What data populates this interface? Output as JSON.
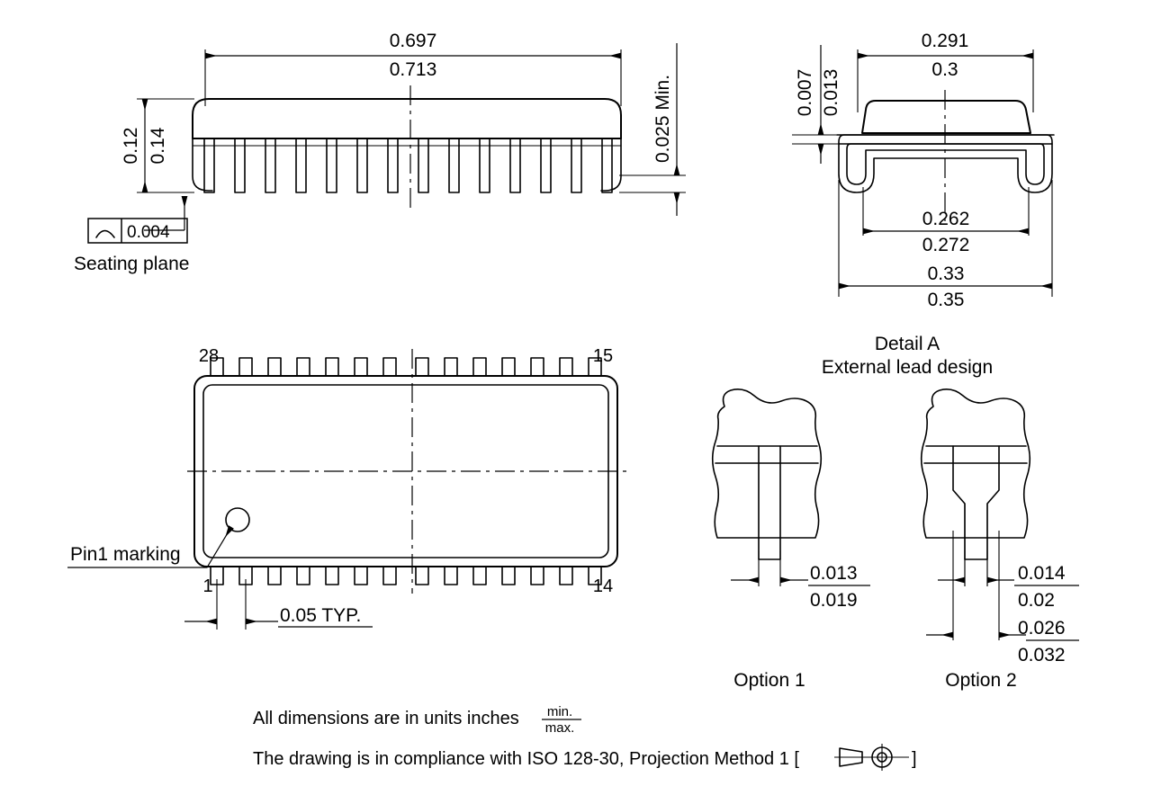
{
  "drawing": {
    "title": "Package outline drawing - 28-lead dual in-line package",
    "units_note_prefix": "All dimensions are in units inches",
    "units_note_numerator": "min.",
    "units_note_denominator": "max.",
    "standard_note": "The drawing is in compliance with ISO 128-30, Projection Method 1 [",
    "standard_note_close": "]",
    "projection_symbol_name": "first-angle-projection-symbol"
  },
  "side_view": {
    "name": "side-view",
    "dim_length_min": "0.697",
    "dim_length_max": "0.713",
    "dim_height_min": "0.12",
    "dim_height_max": "0.14",
    "dim_standoff": "0.025 Min.",
    "seating_plane_label": "Seating plane",
    "gdt_tolerance": "0.004",
    "gdt_symbol_name": "profile-of-a-surface-icon",
    "lead_count": 14
  },
  "end_view": {
    "name": "end-view",
    "dim_body_width_min": "0.291",
    "dim_body_width_max": "0.3",
    "dim_lead_thickness_min": "0.007",
    "dim_lead_thickness_max": "0.013",
    "dim_inner_span_min": "0.262",
    "dim_inner_span_max": "0.272",
    "dim_outer_span_min": "0.33",
    "dim_outer_span_max": "0.35",
    "detail_title": "Detail A",
    "detail_subtitle": "External lead design"
  },
  "top_view": {
    "name": "top-view",
    "pin_top_left": "28",
    "pin_top_right": "15",
    "pin_bottom_left": "1",
    "pin_bottom_right": "14",
    "pin1_marking_label": "Pin1 marking",
    "dim_pitch": "0.05 TYP.",
    "pins_per_side": 14
  },
  "lead_options": [
    {
      "name": "option-1",
      "label": "Option 1",
      "dim_width_min": "0.013",
      "dim_width_max": "0.019"
    },
    {
      "name": "option-2",
      "label": "Option 2",
      "dim_width_min": "0.014",
      "dim_width_max": "0.02",
      "dim_shoulder_min": "0.026",
      "dim_shoulder_max": "0.032"
    }
  ],
  "colors": {
    "line": "#000000",
    "background": "#ffffff"
  }
}
